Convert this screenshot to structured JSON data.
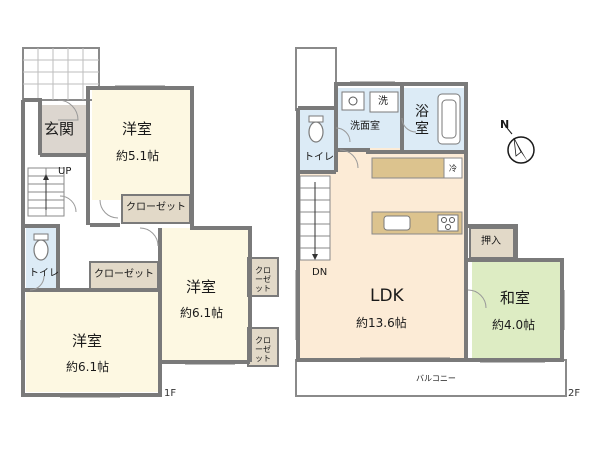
{
  "floor1": {
    "floor_label": "1F",
    "rooms": [
      {
        "name": "玄関",
        "area": ""
      },
      {
        "name": "洋室",
        "area": "約5.1帖"
      },
      {
        "name": "洋室",
        "area": "約6.1帖"
      },
      {
        "name": "洋室",
        "area": "約6.1帖"
      },
      {
        "name": "トイレ",
        "area": ""
      }
    ],
    "closets": [
      "クローゼット",
      "クローゼット",
      "クローゼット",
      "クローゼット"
    ],
    "stairs_label": "UP"
  },
  "floor2": {
    "floor_label": "2F",
    "rooms": [
      {
        "name": "LDK",
        "area": "約13.6帖"
      },
      {
        "name": "和室",
        "area": "約4.0帖"
      },
      {
        "name": "洗面室",
        "area": ""
      },
      {
        "name": "浴室",
        "area": ""
      },
      {
        "name": "トイレ",
        "area": ""
      }
    ],
    "oshiire": "押入",
    "balcony": "バルコニー",
    "washer_label": "洗",
    "fridge_label": "冷",
    "stairs_label": "DN"
  },
  "compass": {
    "label": "N"
  },
  "colors": {
    "wall": "#7a7a7a",
    "western_room": "#fdf8e2",
    "ldk": "#fcebd6",
    "japanese_room": "#ddecc3",
    "wet_area": "#dcebf6",
    "closet": "#e2d9c8",
    "entrance": "#dcd6cf",
    "kitchen_counter": "#dcc38e"
  }
}
